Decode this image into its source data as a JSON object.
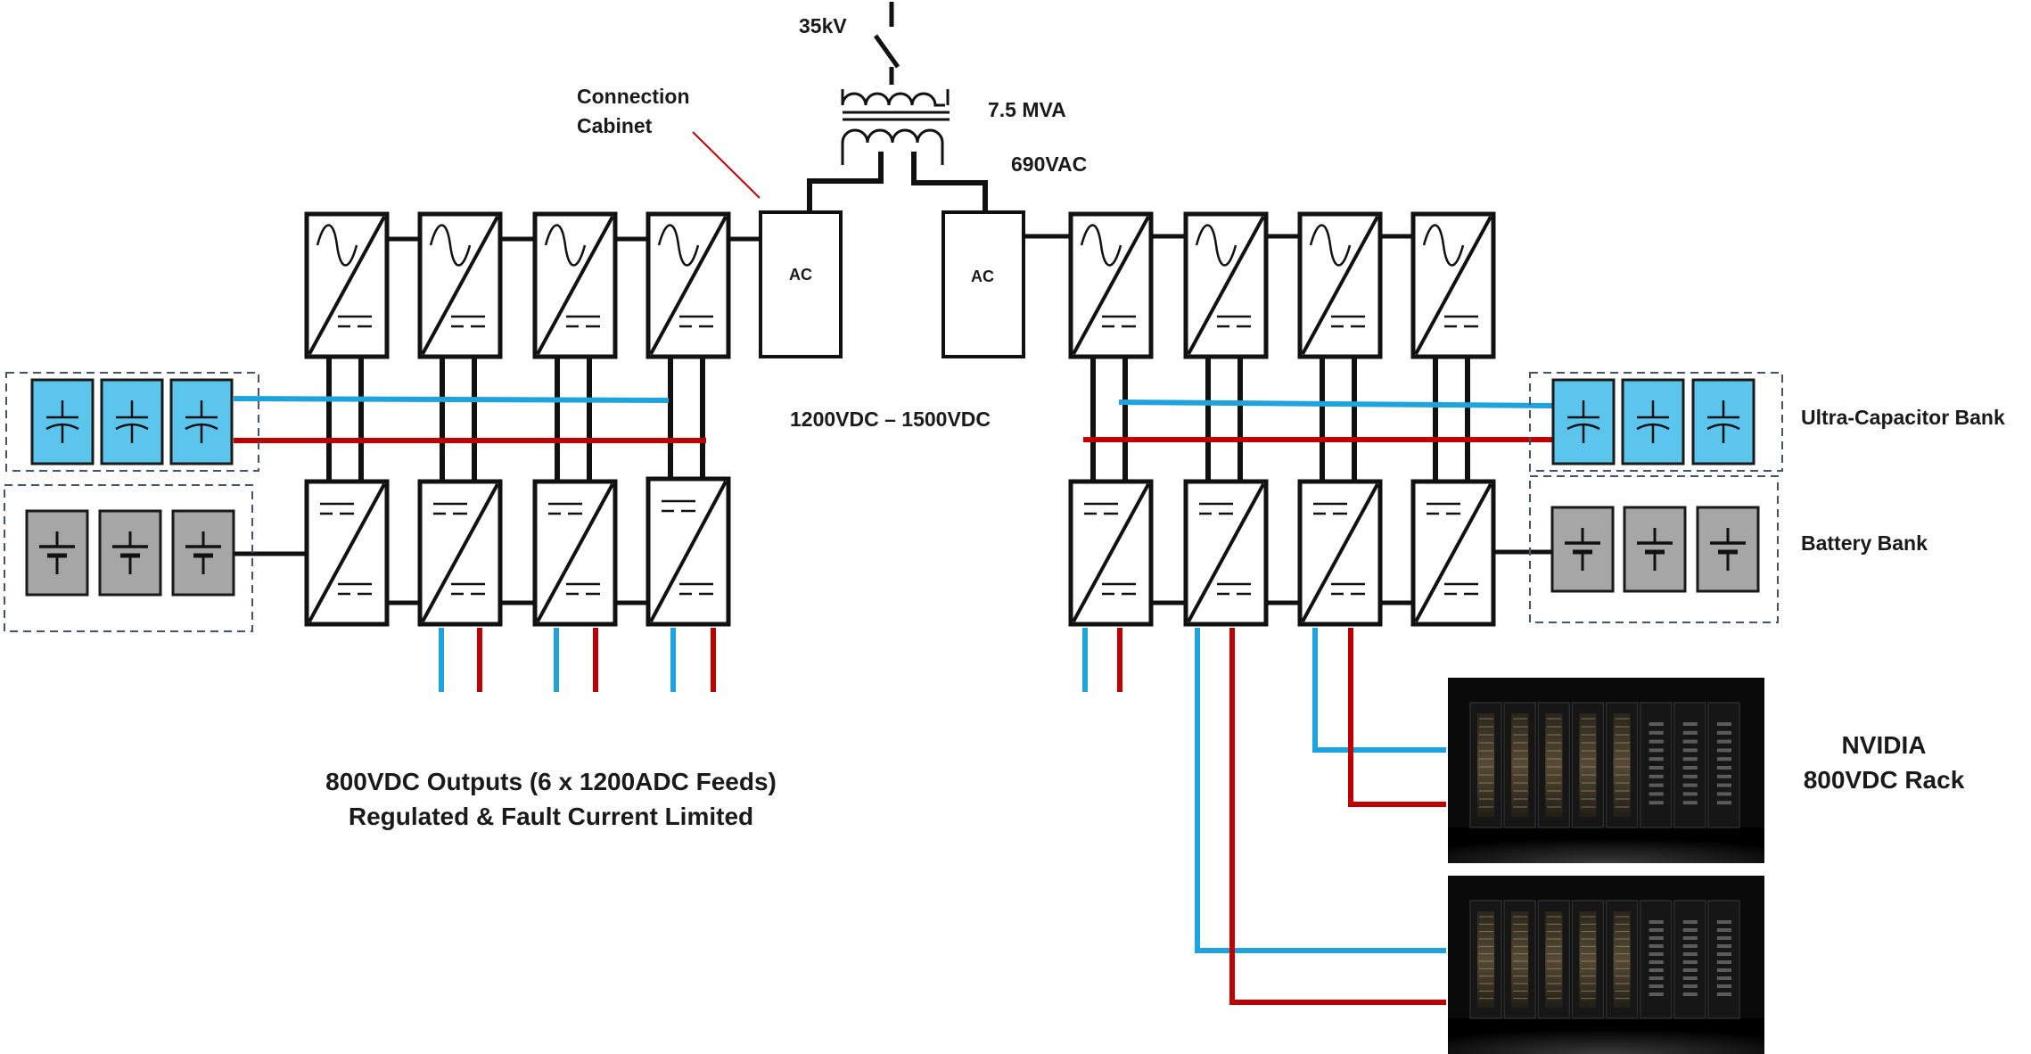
{
  "labels": {
    "grid_voltage": "35kV",
    "connection_cabinet_line1": "Connection",
    "connection_cabinet_line2": "Cabinet",
    "transformer_rating": "7.5 MVA",
    "ac_voltage": "690VAC",
    "ac_cabinet_left": "AC",
    "ac_cabinet_right": "AC",
    "dc_bus_range": "1200VDC – 1500VDC",
    "ultracap_bank": "Ultra-Capacitor Bank",
    "battery_bank": "Battery Bank",
    "outputs_line1": "800VDC Outputs (6 x 1200ADC Feeds)",
    "outputs_line2": "Regulated & Fault Current Limited",
    "rack_line1": "NVIDIA",
    "rack_line2": "800VDC Rack"
  },
  "colors": {
    "positive_line": "#c00000",
    "negative_line": "#1fa3dc",
    "ultracap_fill": "#5bc5ee",
    "battery_fill": "#a6a6a6",
    "leader_line": "#c00000",
    "rack_background": "#0a0a0a"
  },
  "icons": [
    "ac-dc-converter-icon",
    "dc-dc-converter-icon",
    "transformer-icon",
    "switch-icon",
    "capacitor-icon",
    "battery-icon",
    "server-rack-image"
  ]
}
